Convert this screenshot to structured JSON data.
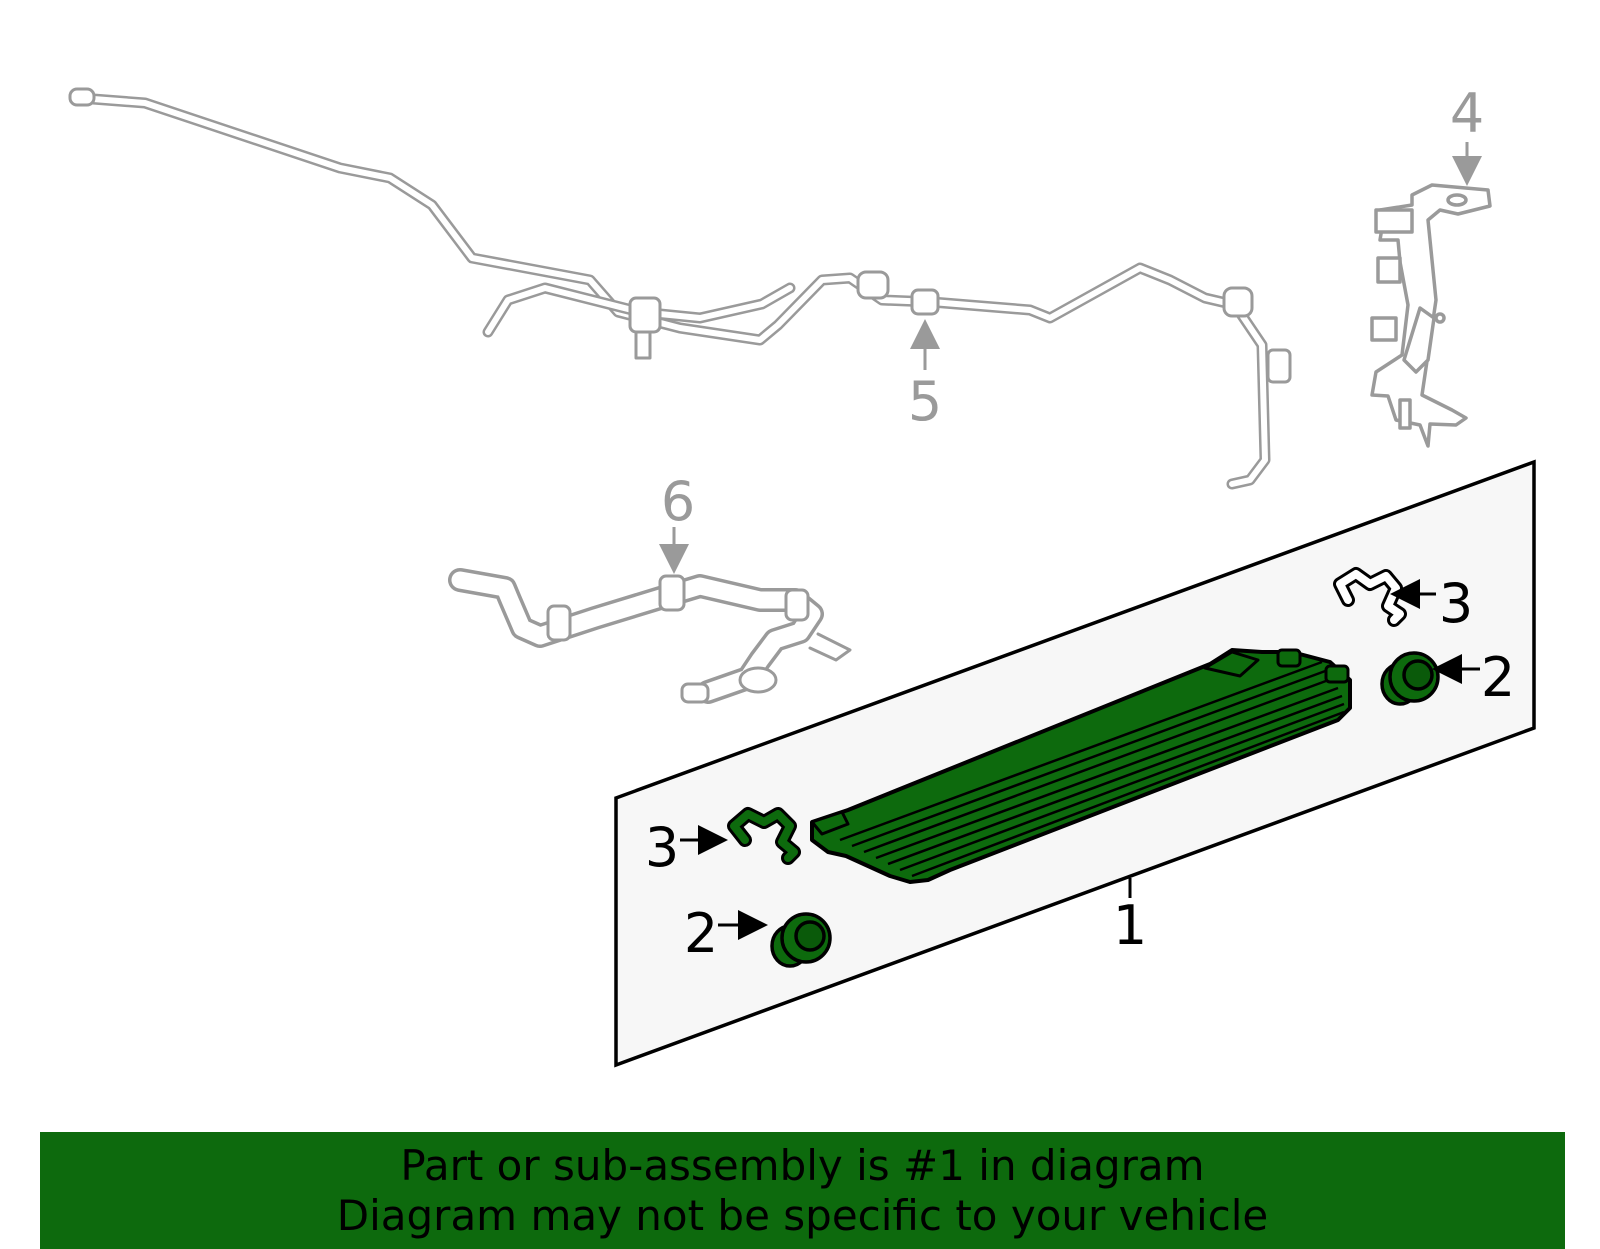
{
  "callouts": {
    "c1": "1",
    "c2_right": "2",
    "c2_left": "2",
    "c3_right": "3",
    "c3_left": "3",
    "c4": "4",
    "c5": "5",
    "c6": "6"
  },
  "footer": {
    "line1": "Part or sub-assembly is #1 in diagram",
    "line2": "Diagram may not be specific to your vehicle"
  },
  "colors": {
    "highlight": "#0d6a0d",
    "context_line": "#9a9a9a",
    "panel_fill": "#f7f7f7"
  }
}
